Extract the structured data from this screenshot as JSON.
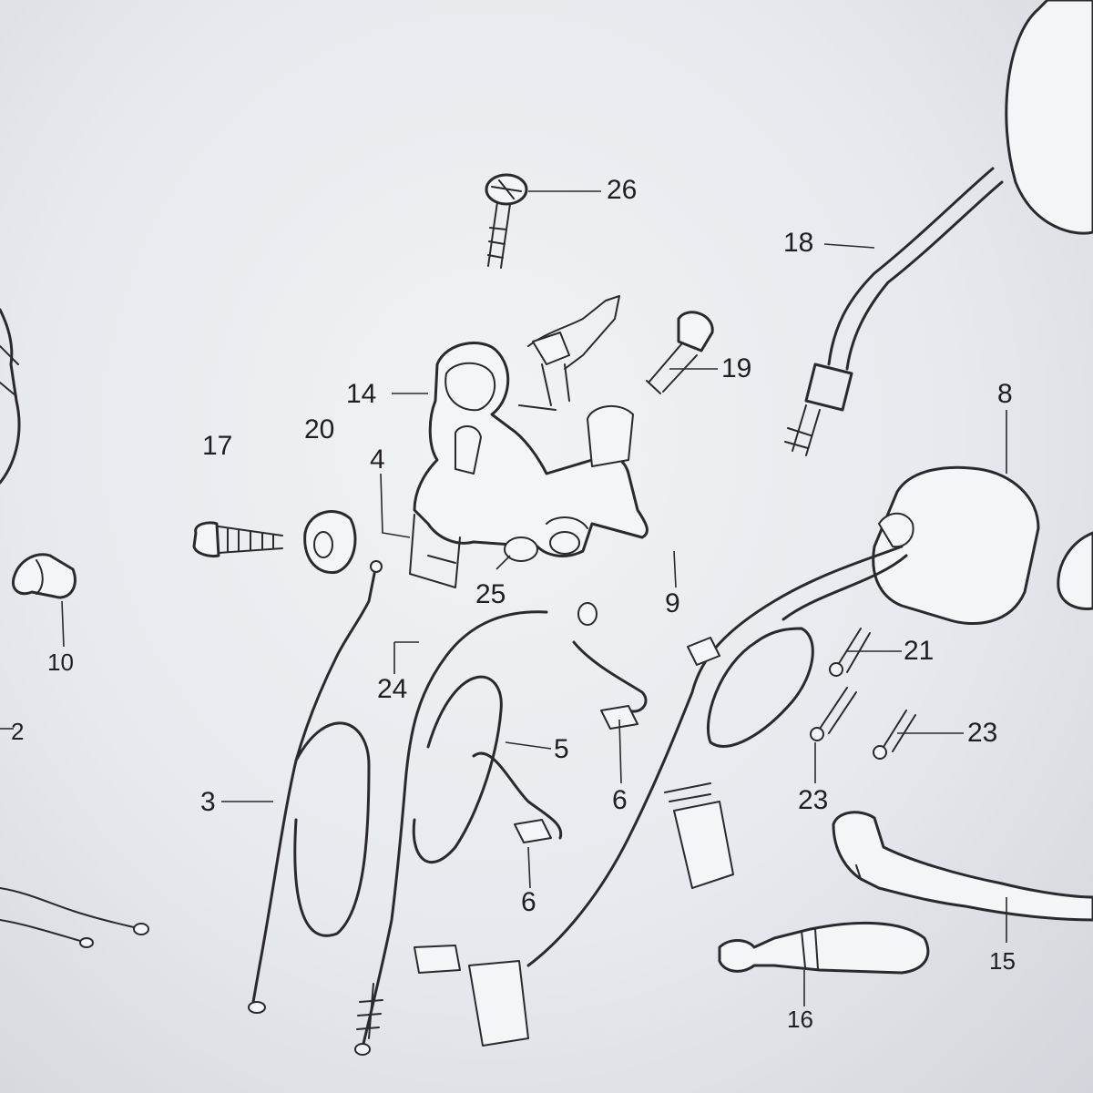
{
  "callouts": {
    "c2": "2",
    "c3": "3",
    "c4": "4",
    "c5": "5",
    "c6a": "6",
    "c6b": "6",
    "c8": "8",
    "c9": "9",
    "c10": "10",
    "c14": "14",
    "c15": "15",
    "c16": "16",
    "c17": "17",
    "c18": "18",
    "c19": "19",
    "c20": "20",
    "c21": "21",
    "c23a": "23",
    "c23b": "23",
    "c24": "24",
    "c25": "25",
    "c26": "26"
  }
}
